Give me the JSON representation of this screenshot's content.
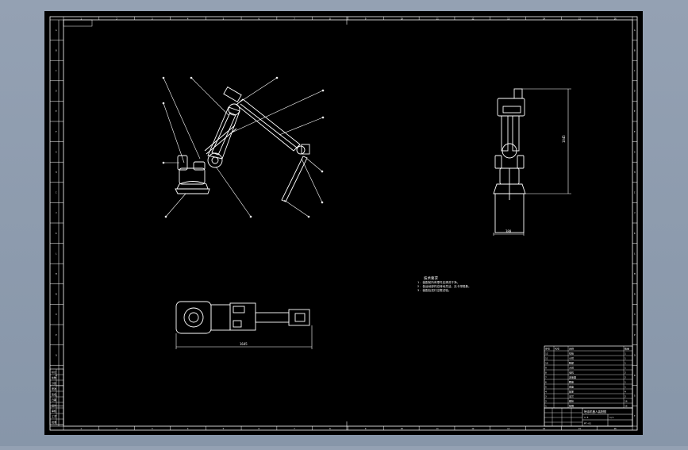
{
  "drawing": {
    "background_color": "#000000",
    "line_color": "#ffffff",
    "viewport_color": "#8e9bad",
    "notes": {
      "heading": "技术要求",
      "lines": [
        "1. 装配前所有零件应清洗干净。",
        "2. 各运动部件应转动灵活，无卡滞现象。",
        "3. 装配后进行空载试验。"
      ]
    },
    "dimensions": {
      "side_view_height": "1045",
      "side_view_width": "380",
      "top_view_length": "1645"
    },
    "title_block": {
      "title": "喷涂机器人装配图",
      "material": "",
      "scale": "1:5",
      "sheet": "1/1",
      "drawing_no": "PT-01",
      "header": [
        "序号",
        "代号",
        "名称",
        "数量"
      ],
      "rows": [
        [
          "12",
          "",
          "喷枪",
          "1"
        ],
        [
          "11",
          "",
          "小臂",
          "1"
        ],
        [
          "10",
          "",
          "腕部",
          "1"
        ],
        [
          "9",
          "",
          "大臂",
          "1"
        ],
        [
          "8",
          "",
          "电机",
          "2"
        ],
        [
          "7",
          "",
          "减速器",
          "2"
        ],
        [
          "6",
          "",
          "腰座",
          "1"
        ],
        [
          "5",
          "",
          "底座",
          "1"
        ],
        [
          "4",
          "",
          "轴承",
          "4"
        ],
        [
          "3",
          "",
          "法兰",
          "2"
        ],
        [
          "2",
          "",
          "螺栓",
          "16"
        ],
        [
          "1",
          "",
          "垫圈",
          "16"
        ]
      ]
    },
    "revision_block": {
      "rows": [
        "标记",
        "处数",
        "分区",
        "更改",
        "签名",
        "日期",
        "设计",
        "审核",
        "工艺",
        "批准"
      ]
    },
    "border_labels": {
      "top": [
        "1",
        "2",
        "3",
        "4",
        "5",
        "6",
        "7",
        "8",
        "9",
        "10",
        "11",
        "12",
        "13",
        "14",
        "15",
        "16"
      ],
      "side": [
        "A",
        "B",
        "C",
        "D",
        "E",
        "F",
        "G",
        "H",
        "I",
        "J",
        "K",
        "L",
        "M",
        "N",
        "O",
        "P",
        "Q",
        "R",
        "S",
        "T"
      ]
    }
  }
}
